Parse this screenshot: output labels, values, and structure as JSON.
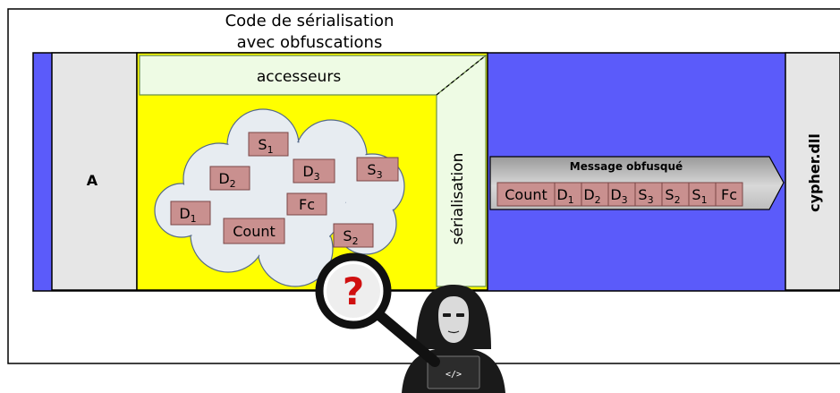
{
  "title": {
    "line1": "Code de sérialisation",
    "line2": "avec obfuscations"
  },
  "labels": {
    "left_box": "A",
    "right_box": "cypher.dll",
    "accessors": "accesseurs",
    "serialization": "sérialisation",
    "message_title": "Message obfusqué",
    "hacker_screen": "</>",
    "question_mark": "?"
  },
  "cloud_items": [
    {
      "main": "S",
      "sub": "1"
    },
    {
      "main": "D",
      "sub": "2"
    },
    {
      "main": "D",
      "sub": "3"
    },
    {
      "main": "S",
      "sub": "3"
    },
    {
      "main": "Fc",
      "sub": ""
    },
    {
      "main": "D",
      "sub": "1"
    },
    {
      "main": "Count",
      "sub": ""
    },
    {
      "main": "S",
      "sub": "2"
    }
  ],
  "message_cells": [
    {
      "main": "Count",
      "sub": ""
    },
    {
      "main": "D",
      "sub": "1"
    },
    {
      "main": "D",
      "sub": "2"
    },
    {
      "main": "D",
      "sub": "3"
    },
    {
      "main": "S",
      "sub": "3"
    },
    {
      "main": "S",
      "sub": "2"
    },
    {
      "main": "S",
      "sub": "1"
    },
    {
      "main": "Fc",
      "sub": ""
    }
  ],
  "colors": {
    "blue_band": "#5b5bfa",
    "yellow": "#ffff00",
    "light_green": "#eefbe4",
    "gray_box": "#e6e6e6",
    "cell_fill": "#c9908f",
    "arrow_fill": "#cccccc",
    "cloud_fill": "#e7ecf1",
    "hacker": "#1a1a1a",
    "question": "#d01010"
  }
}
